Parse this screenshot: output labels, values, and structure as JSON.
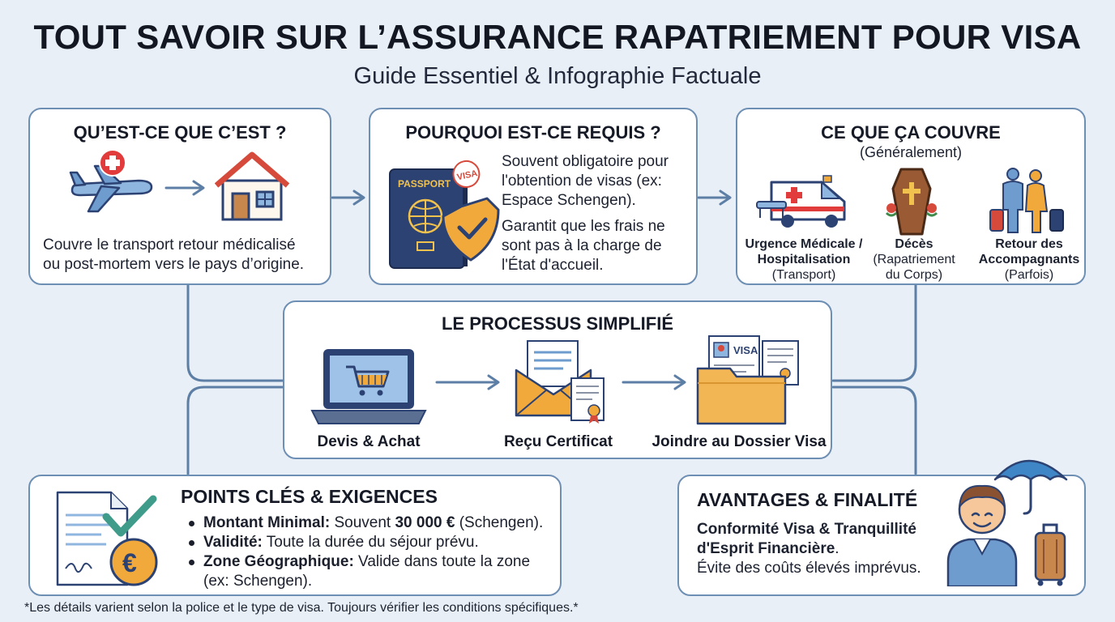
{
  "header": {
    "title": "TOUT SAVOIR SUR L’ASSURANCE RAPATRIEMENT POUR VISA",
    "subtitle": "Guide Essentiel & Infographie Factuale"
  },
  "what": {
    "title": "QU’EST-CE QUE C’EST ?",
    "line1": "Couvre le transport retour médicalisé",
    "line2": "ou post-mortem vers le pays d’origine."
  },
  "why": {
    "title": "POURQUOI EST-CE REQUIS ?",
    "passport_label": "PASSPORT",
    "visa_stamp": "VISA",
    "p1_l1": "Souvent obligatoire pour",
    "p1_l2": "l'obtention de visas (ex:",
    "p1_l3": "Espace Schengen).",
    "p2_l1": "Garantit que les frais ne",
    "p2_l2": "sont pas à la charge de",
    "p2_l3": "l'État d'accueil."
  },
  "coverage": {
    "title": "CE QUE ÇA COUVRE",
    "subtitle": "(Généralement)",
    "items": [
      {
        "l1": "Urgence Médicale /",
        "l2": "Hospitalisation",
        "l3": "(Transport)"
      },
      {
        "l1": "Décès",
        "l2": "(Rapatriement",
        "l3": "du Corps)"
      },
      {
        "l1": "Retour des",
        "l2": "Accompagnants",
        "l3": "(Parfois)"
      }
    ]
  },
  "process": {
    "title": "LE PROCESSUS SIMPLIFIÉ",
    "steps": [
      "Devis & Achat",
      "Reçu Certificat",
      "Joindre au Dossier Visa"
    ],
    "visa_doc_label": "VISA"
  },
  "keypoints": {
    "title": "POINTS CLÉS & EXIGENCES",
    "b1_label": "Montant Minimal:",
    "b1_pre": " Souvent ",
    "b1_amount": "30 000 €",
    "b1_post": " (Schengen).",
    "b2_label": "Validité:",
    "b2_text": " Toute la durée du séjour prévu.",
    "b3_label": "Zone Géographique:",
    "b3_text": " Valide dans toute la zone",
    "b3_text2": "(ex: Schengen).",
    "euro_symbol": "€"
  },
  "benefits": {
    "title": "AVANTAGES & FINALITÉ",
    "bold_l1": "Conformité Visa & Tranquillité",
    "bold_l2": "d'Esprit Financière",
    "bold_end": ".",
    "text": "Évite des coûts élevés imprévus."
  },
  "footnote": "*Les détails varient selon la police et le type de visa. Toujours vérifier les conditions spécifiques.*",
  "colors": {
    "border": "#6e8fb4",
    "connector": "#5d7fa6",
    "red": "#e23b3b",
    "navy": "#2c4272",
    "gold": "#f2a93b",
    "folder": "#f3b655"
  }
}
